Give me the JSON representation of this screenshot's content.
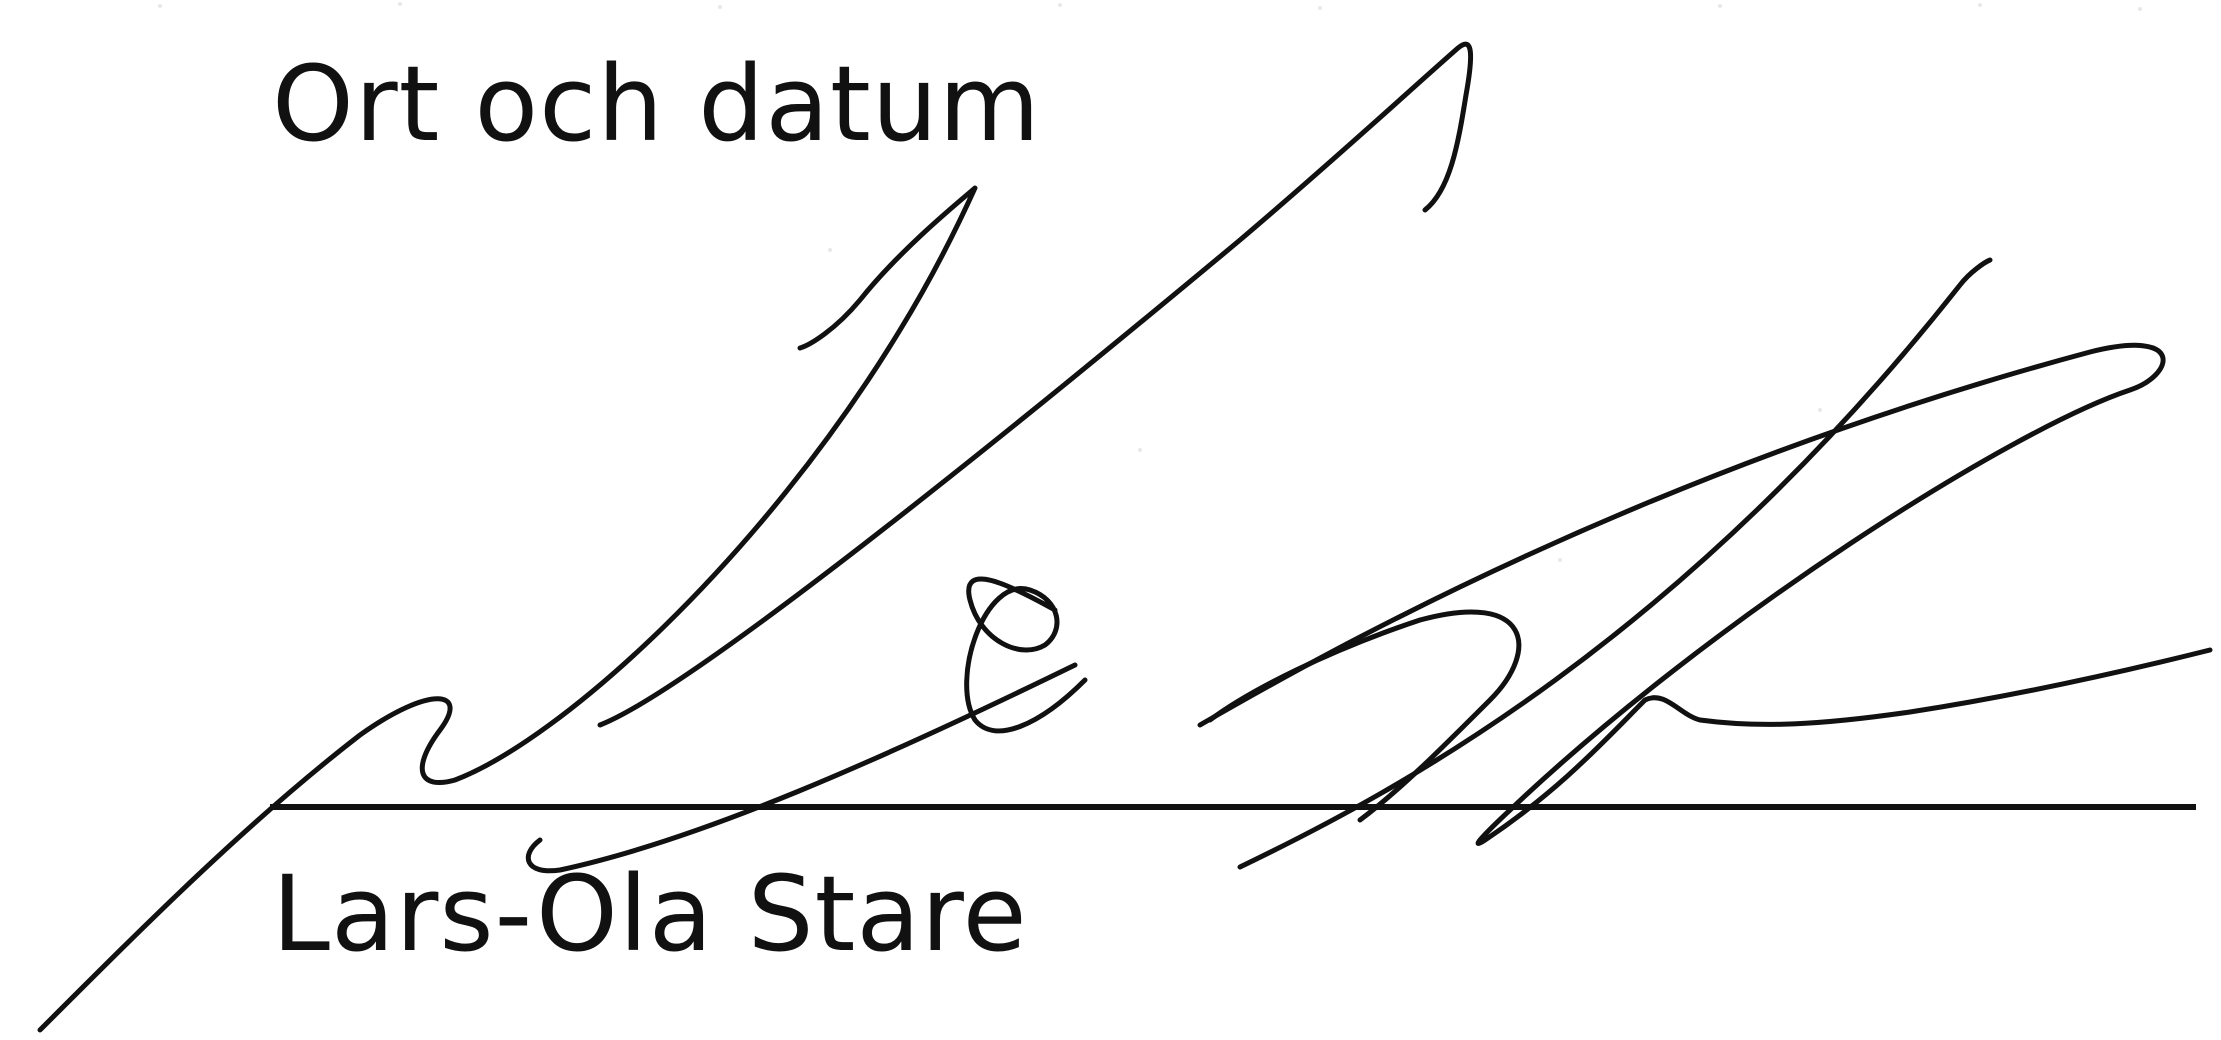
{
  "document": {
    "place_and_date_label": "Ort och datum",
    "signer_name": "Lars-Ola Stare"
  },
  "signature": {
    "icon": "handwritten-signature",
    "ink_color": "#111111"
  }
}
